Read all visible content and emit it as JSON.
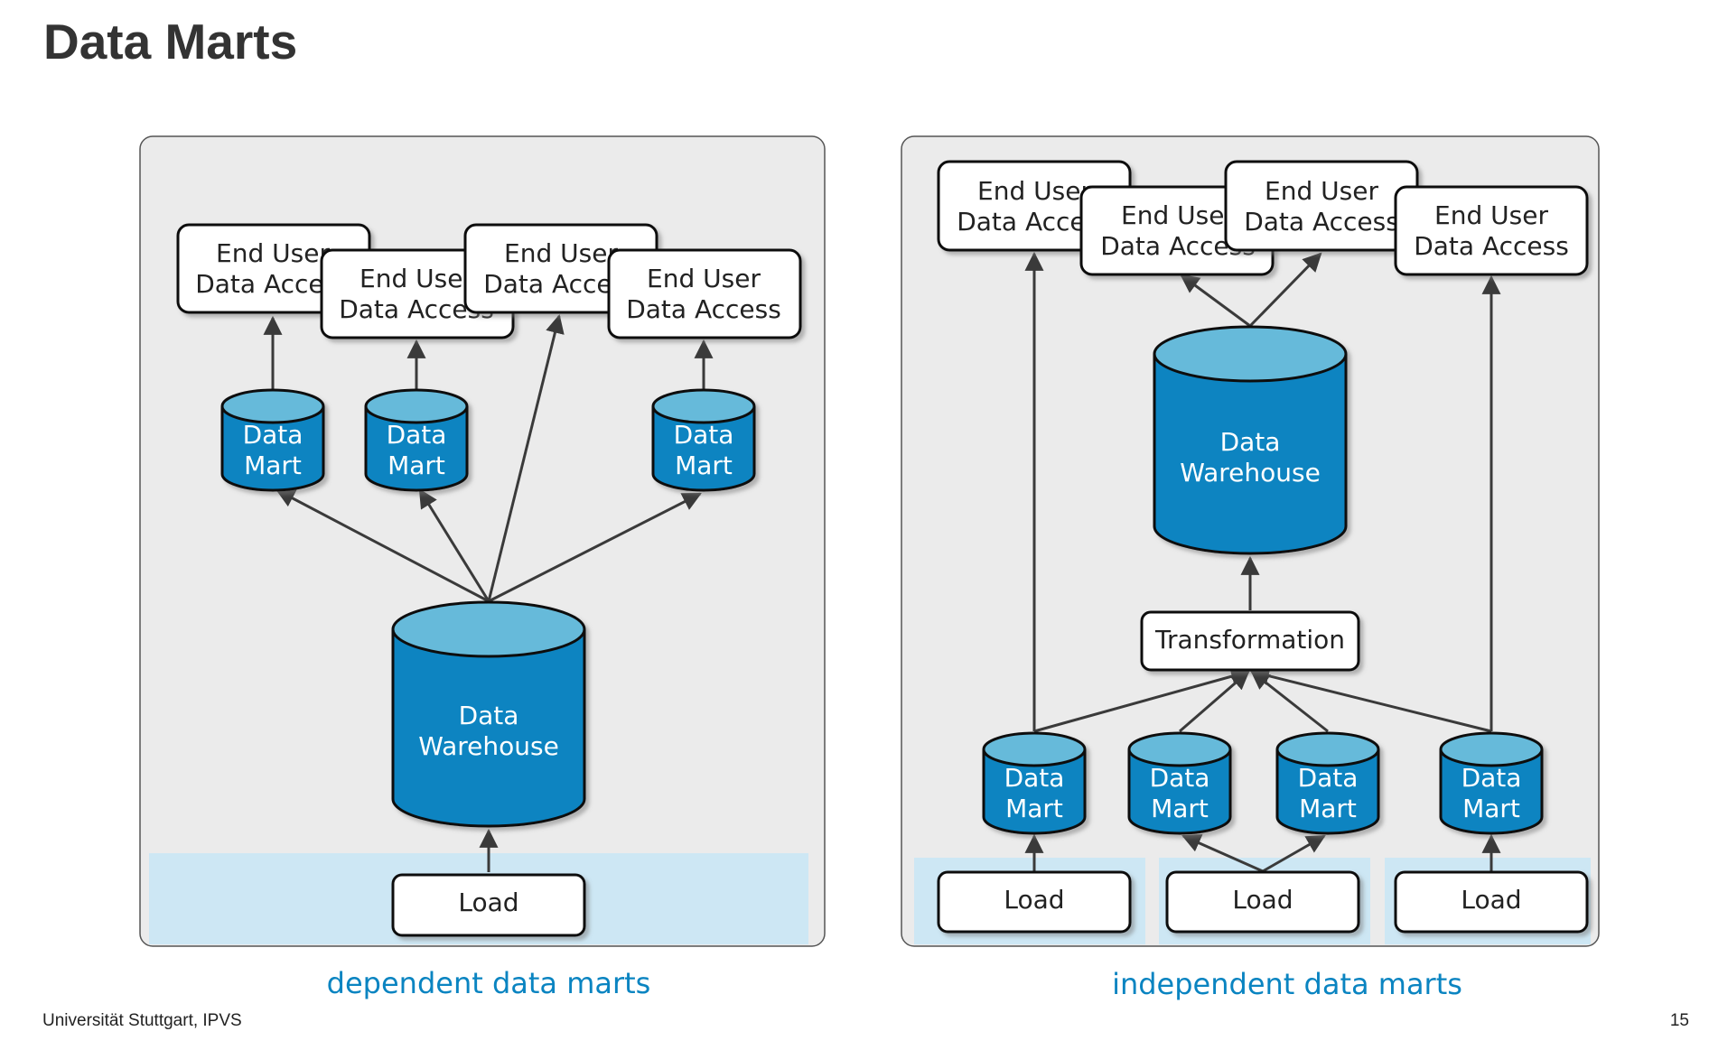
{
  "title": "Data Marts",
  "dependent": {
    "caption": "dependent data marts",
    "end_user_label": [
      "End User",
      "Data Access"
    ],
    "data_mart_label": [
      "Data",
      "Mart"
    ],
    "warehouse_label": [
      "Data",
      "Warehouse"
    ],
    "load_label": "Load"
  },
  "independent": {
    "caption": "independent data marts",
    "end_user_label": [
      "End User",
      "Data Access"
    ],
    "data_mart_label": [
      "Data",
      "Mart"
    ],
    "warehouse_label": [
      "Data",
      "Warehouse"
    ],
    "transformation_label": "Transformation",
    "load_label": "Load"
  },
  "footer": {
    "left": "Universität Stuttgart, IPVS",
    "page_number": "15"
  },
  "colors": {
    "cylinder_body": "#0a84c1",
    "cylinder_top": "#66bada",
    "panel_bg": "#ebebeb",
    "load_band": "#cde7f4",
    "caption": "#0a84c1"
  }
}
